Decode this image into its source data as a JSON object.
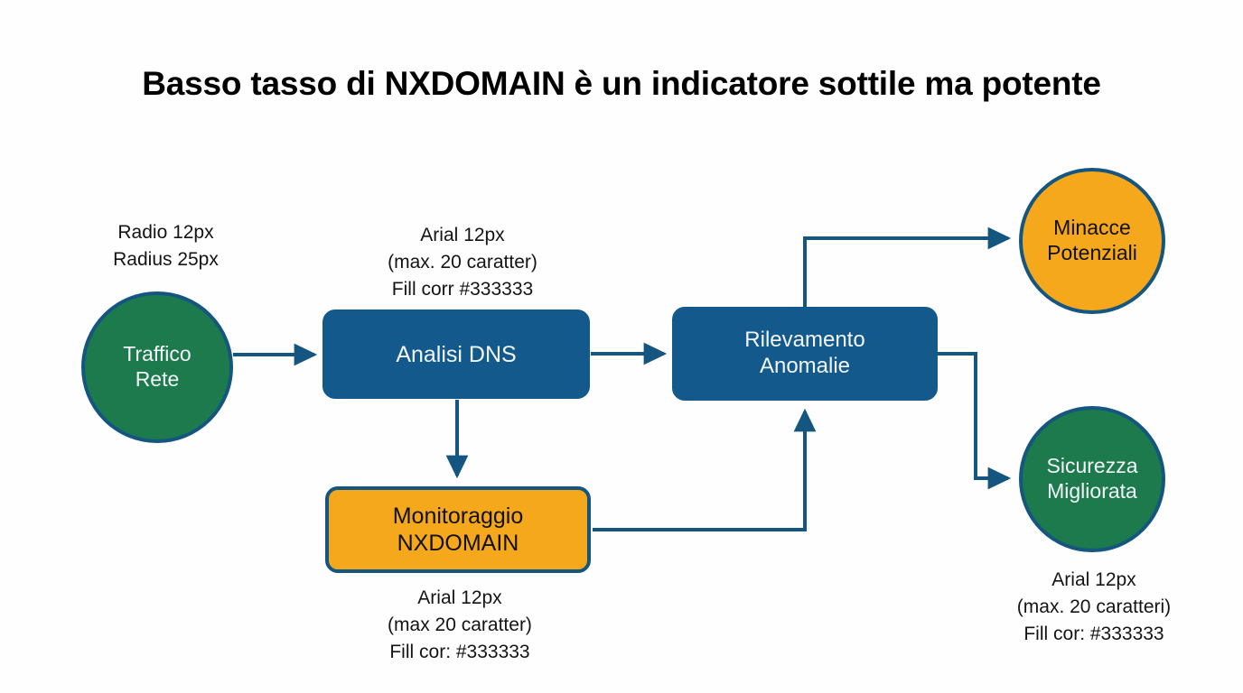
{
  "diagram": {
    "title": "Basso tasso di NXDOMAIN è un indicatore sottile ma potente",
    "background_color": "#fefefe",
    "palette": {
      "green": "#1d7a4c",
      "orange": "#f5a81c",
      "blue": "#13598c",
      "border_blue": "#14567f",
      "text_light": "#f2f6f8",
      "text_dark": "#111111"
    },
    "nodes": [
      {
        "id": "traffico-rete",
        "label": "Traffico\nRete",
        "shape": "circle",
        "fill": "#1d7a4c",
        "text_color": "#f2f6f8"
      },
      {
        "id": "analisi-dns",
        "label": "Analisi DNS",
        "shape": "rounded-rect",
        "fill": "#13598c",
        "text_color": "#f2f6f8"
      },
      {
        "id": "rilevamento-anomalie",
        "label": "Rilevamento\nAnomalie",
        "shape": "rounded-rect",
        "fill": "#13598c",
        "text_color": "#f2f6f8"
      },
      {
        "id": "monitoraggio-nxdomain",
        "label": "Monitoraggio\nNXDOMAIN",
        "shape": "rounded-rect",
        "fill": "#f5a81c",
        "text_color": "#111111"
      },
      {
        "id": "minacce-potenziali",
        "label": "Minacce\nPotenziali",
        "shape": "circle",
        "fill": "#f5a81c",
        "text_color": "#111111"
      },
      {
        "id": "sicurezza-migliorata",
        "label": "Sicurezza\nMigliorata",
        "shape": "circle",
        "fill": "#1d7a4c",
        "text_color": "#f2f6f8"
      }
    ],
    "annotations": [
      {
        "id": "annot-left",
        "text": "Radio 12px\nRadius 25px"
      },
      {
        "id": "annot-top-mid",
        "text": "Arial 12px\n(max. 20 caratter)\nFill corr #333333"
      },
      {
        "id": "annot-bottom-mid",
        "text": "Arial 12px\n(max 20 caratter)\nFill cor: #333333"
      },
      {
        "id": "annot-right",
        "text": "Arial 12px\n(max. 20 caratteri)\nFill cor: #333333"
      }
    ],
    "edges": [
      {
        "id": "traffico-to-analisi",
        "from": "traffico-rete",
        "to": "analisi-dns"
      },
      {
        "id": "analisi-to-rilevamento",
        "from": "analisi-dns",
        "to": "rilevamento-anomalie"
      },
      {
        "id": "analisi-to-monitoraggio",
        "from": "analisi-dns",
        "to": "monitoraggio-nxdomain"
      },
      {
        "id": "monitoraggio-to-rilevamento",
        "from": "monitoraggio-nxdomain",
        "to": "rilevamento-anomalie"
      },
      {
        "id": "rilevamento-to-minacce",
        "from": "rilevamento-anomalie",
        "to": "minacce-potenziali"
      },
      {
        "id": "rilevamento-to-sicurezza",
        "from": "rilevamento-anomalie",
        "to": "sicurezza-migliorata"
      }
    ]
  }
}
